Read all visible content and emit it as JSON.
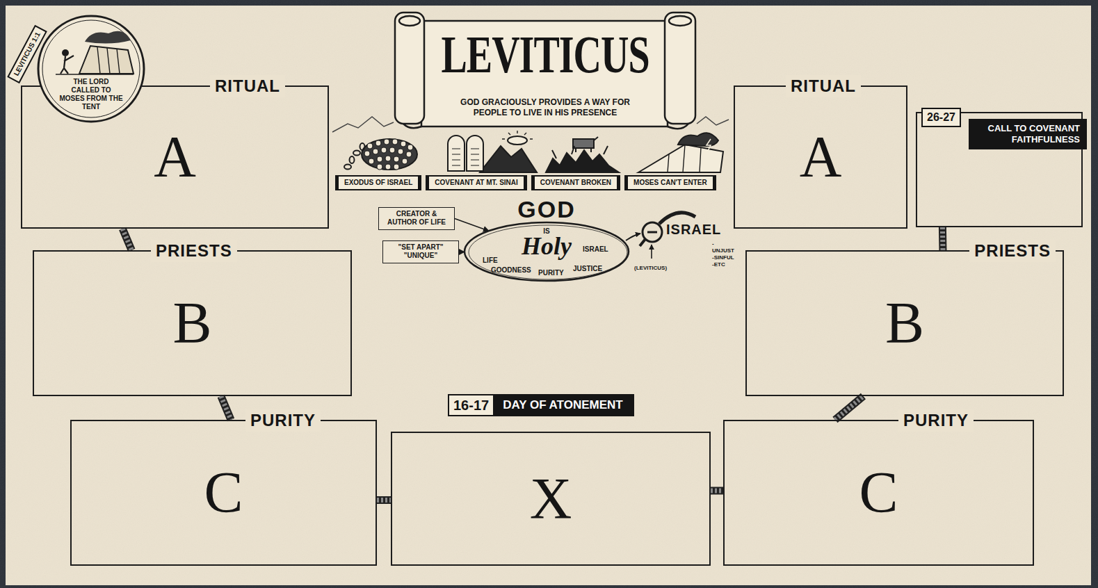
{
  "diagram": {
    "title": "LEVITICUS",
    "nodes": [
      {
        "text": [
          "LEVITICUS 1:1",
          "THE LORD CALLED TO MOSES FROM THE TENT"
        ]
      },
      {
        "text": [
          "RITUAL",
          "A"
        ]
      },
      {
        "text": [
          "RITUAL",
          "A"
        ]
      },
      {
        "text": [
          "26-27",
          "CALL TO COVENANT FAITHFULNESS"
        ]
      },
      {
        "text": [
          "CREATOR & AUTHOR OF LIFE"
        ]
      },
      {
        "text": [
          "\"SET APART\" \"UNIQUE\""
        ]
      },
      {
        "text": [
          "GOD",
          "IS",
          "Holy",
          "LIFE",
          "GOODNESS",
          "PURITY",
          "JUSTICE",
          "ISRAEL"
        ]
      },
      {
        "text": [
          "PRIESTS",
          "B"
        ]
      },
      {
        "text": [
          "PRIESTS",
          "B"
        ]
      },
      {
        "text": [
          "PURITY",
          "C"
        ]
      },
      {
        "text": [
          "16-17",
          "DAY OF ATONEMENT",
          "X"
        ]
      },
      {
        "text": [
          "PURITY",
          "C"
        ]
      }
    ],
    "edges": [
      {
        "from": 1,
        "to": 7,
        "arrow": "none"
      },
      {
        "from": 7,
        "to": 9,
        "arrow": "none"
      },
      {
        "from": 9,
        "to": 10,
        "arrow": "none"
      },
      {
        "from": 10,
        "to": 11,
        "arrow": "none"
      },
      {
        "from": 11,
        "to": 8,
        "arrow": "none"
      },
      {
        "from": 8,
        "to": 3,
        "arrow": "none"
      },
      {
        "from": 4,
        "to": 6,
        "arrow": "to"
      },
      {
        "from": 5,
        "to": 6,
        "arrow": "to"
      }
    ],
    "labels": [
      "GOD GRACIOUSLY PROVIDES A WAY FOR PEOPLE TO LIVE IN HIS PRESENCE",
      "EXODUS OF ISRAEL",
      "COVENANT AT MT. SINAI",
      "COVENANT BROKEN",
      "MOSES CAN'T ENTER",
      "ISRAEL",
      "-UNJUST -SINFUL -ETC",
      "(LEVITICUS)"
    ]
  }
}
